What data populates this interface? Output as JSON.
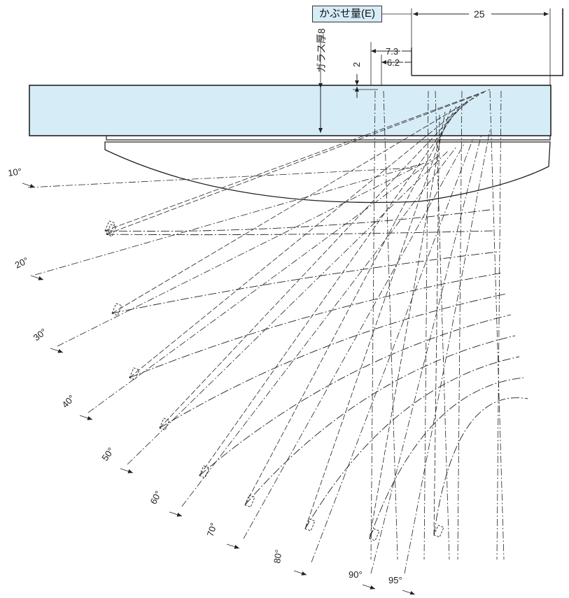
{
  "overlay_label": "かぶせ量(E)",
  "dimensions": {
    "overlay_width": "25",
    "offset_a": "7.3",
    "offset_b": "6.2",
    "gap": "2",
    "glass_thickness": "ガラス厚8"
  },
  "angles": [
    "10°",
    "20°",
    "30°",
    "40°",
    "50°",
    "60°",
    "70°",
    "80°",
    "90°",
    "95°"
  ],
  "colors": {
    "glass_fill": "#d6ecf7",
    "line": "#1a1a1a"
  }
}
